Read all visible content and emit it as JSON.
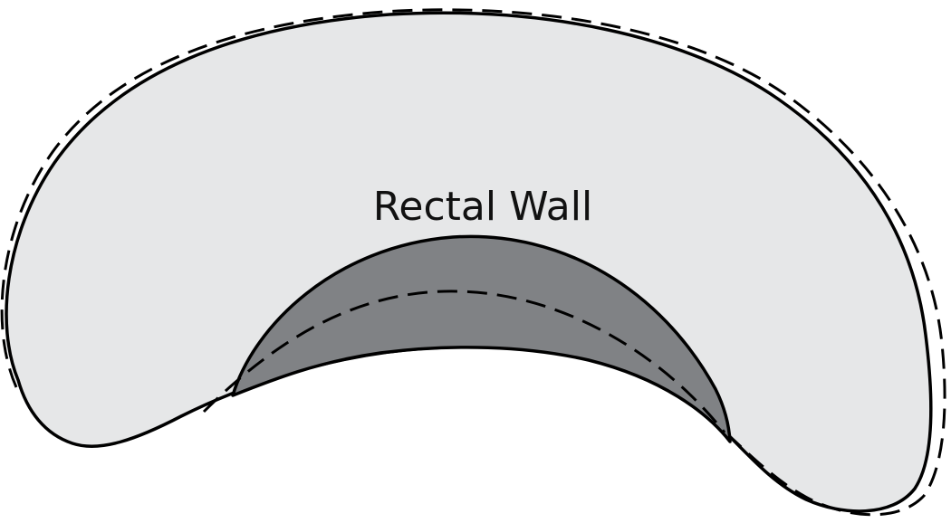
{
  "diagram": {
    "label": "Rectal Wall",
    "colors": {
      "wall_fill": "#e6e7e8",
      "lesion_fill": "#808285",
      "outline": "#000000",
      "background": "#ffffff"
    },
    "outline_styles": {
      "solid": "solid",
      "dashed": "dashed"
    }
  }
}
